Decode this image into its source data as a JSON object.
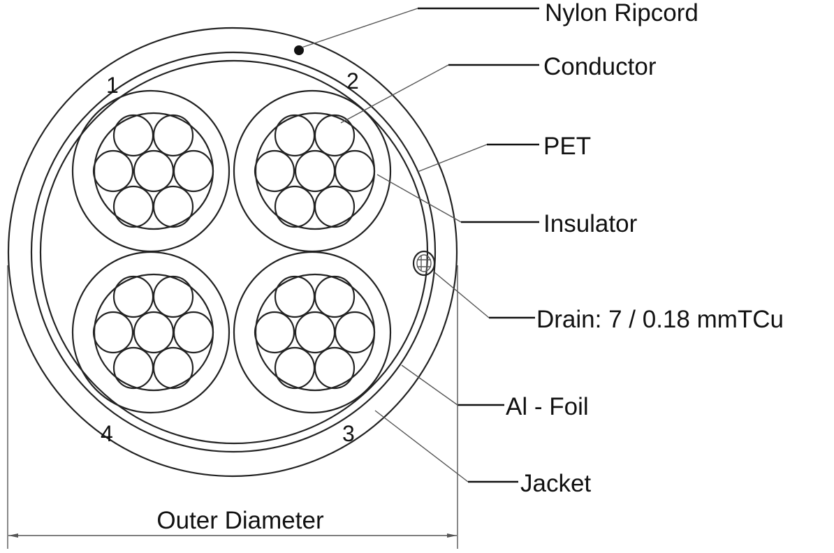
{
  "labels": {
    "nylon_ripcord": "Nylon Ripcord",
    "conductor": "Conductor",
    "pet": "PET",
    "insulator": "Insulator",
    "drain": "Drain: 7 / 0.18 mmTCu",
    "al_foil": "Al - Foil",
    "jacket": "Jacket",
    "outer_diameter": "Outer Diameter"
  },
  "pair_numbers": [
    "1",
    "2",
    "3",
    "4"
  ],
  "colors": {
    "line": "#222222",
    "background": "#ffffff"
  }
}
